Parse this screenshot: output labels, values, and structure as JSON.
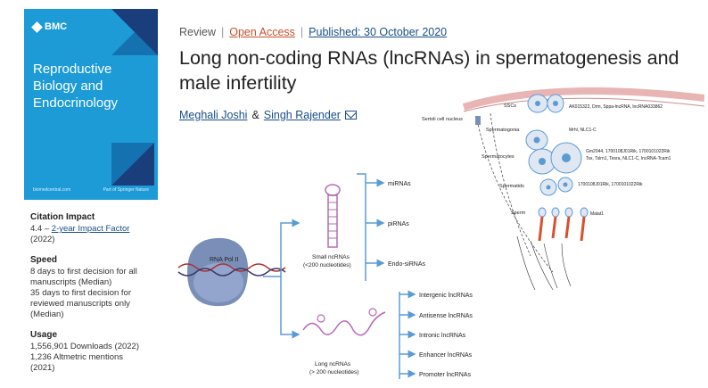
{
  "journal": {
    "publisher": "BMC",
    "title": "Reproductive Biology and Endocrinology",
    "site": "biomedcentral.com",
    "part_of": "Part of Springer Nature"
  },
  "metrics": {
    "citation": {
      "heading": "Citation Impact",
      "value": "4.4 –",
      "link": "2-year Impact Factor",
      "year": "(2022)"
    },
    "speed": {
      "heading": "Speed",
      "line1": "8 days to first decision for all manuscripts (Median)",
      "line2": "35 days to first decision for reviewed manuscripts only (Median)"
    },
    "usage": {
      "heading": "Usage",
      "line1": "1,556,901 Downloads (2022)",
      "line2": "1,236 Altmetric mentions (2021)"
    }
  },
  "article": {
    "type": "Review",
    "access": "Open Access",
    "published": "Published: 30 October 2020",
    "title": "Long non-coding RNAs (lncRNAs) in spermatogenesis and male infertility",
    "author1": "Meghali Joshi",
    "and": "&",
    "author2": "Singh Rajender"
  },
  "figure": {
    "polymerase": "RNA Pol II",
    "small_label": "Small ncRNAs",
    "small_size": "(<200 nucleotides)",
    "long_label": "Long ncRNAs",
    "long_size": "(> 200 nucleotides)",
    "small_types": [
      "miRNAs",
      "piRNAs",
      "Endo-siRNAs"
    ],
    "long_types": [
      "Intergenic lncRNAs",
      "Antisense lncRNAs",
      "Intronic lncRNAs",
      "Enhancer lncRNAs",
      "Promoter lncRNAs"
    ],
    "sertoli": "Sertoli cell nucleus",
    "cells": [
      "SSCs",
      "Spermatogonia",
      "Spermatocytes",
      "Spermatids",
      "Sperm"
    ],
    "genes": [
      "AK015322, Drm, Sppa-lncRNA, lncRNA033862",
      "Mrhl, NLC1-C",
      "Gm2044, 1700108J01Rik, 1700101022Rik",
      "Tsx, Tslrn1, Tesra, NLC1-C, lncRNA-Tcam1",
      "1700108J01Rik, 1700101022Rik",
      "Malat1"
    ],
    "colors": {
      "arrow": "#5b9bd5",
      "membrane": "#e8b4b4",
      "sperm_tail": "#d9502f",
      "nucleus": "#5b9bd5",
      "pol": "#7a8fb8"
    }
  }
}
